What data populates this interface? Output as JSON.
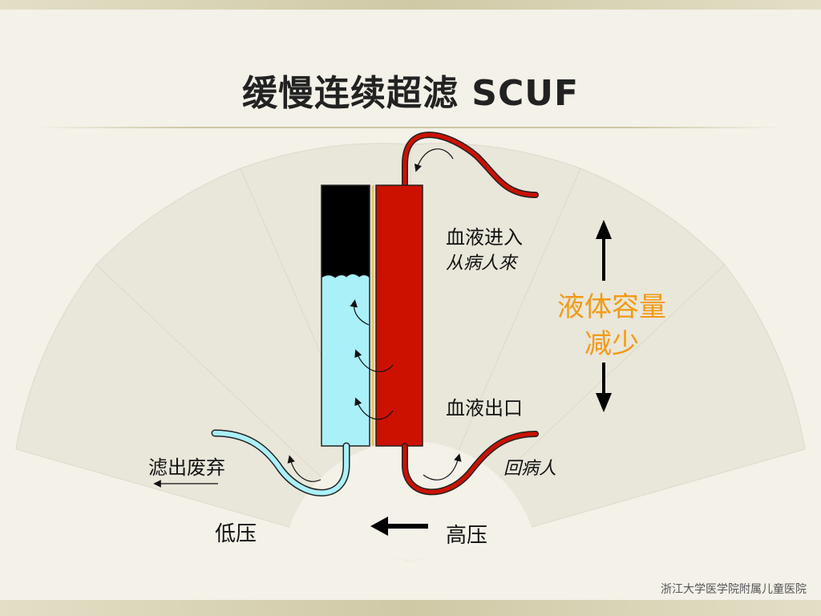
{
  "slide": {
    "title": "缓慢连续超滤 SCUF",
    "footer": "浙江大学医学院附属儿童医院"
  },
  "labels": {
    "blood_in": "血液进入",
    "blood_in_sub": "从病人來",
    "blood_out": "血液出口",
    "return_patient": "回病人",
    "filtrate_discard": "滤出废弃",
    "low_pressure": "低压",
    "high_pressure": "高压",
    "fluid_volume_line1": "液体容量",
    "fluid_volume_line2": "减少"
  },
  "colors": {
    "blood": "#cc1100",
    "filtrate": "#aaf0f8",
    "membrane": "#e8c35a",
    "emphasis": "#f29a12",
    "ink": "#111111"
  }
}
